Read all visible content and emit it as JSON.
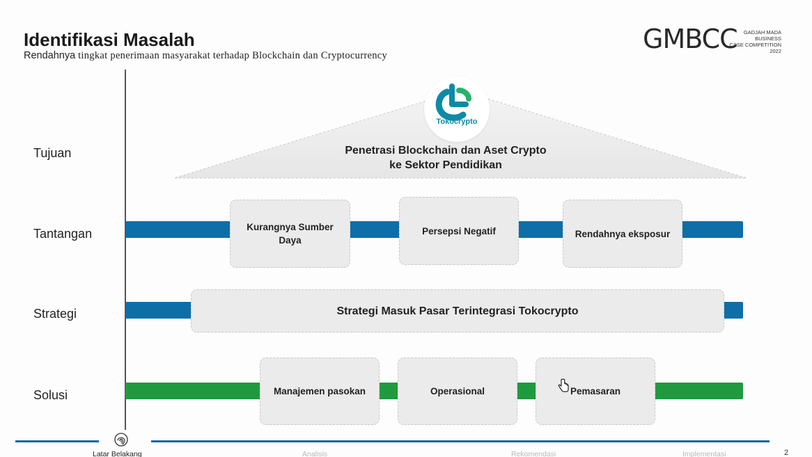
{
  "header": {
    "title": "Identifikasi Masalah",
    "subtitle_lead": "Rendahnya",
    "subtitle_rest": " tingkat penerimaan masyarakat terhadap Blockchain dan Cryptocurrency",
    "brand_main": "GMBCC",
    "brand_line1": "GADJAH MADA BUSINESS",
    "brand_line2": "CASE COMPETITION",
    "brand_year": "2022"
  },
  "logo": {
    "name": "Tokocrypto",
    "icon": "tokocrypto-logo-icon",
    "color": "#0e8aa8",
    "accent": "#27b36b"
  },
  "rows": {
    "tujuan": "Tujuan",
    "tantangan": "Tantangan",
    "strategi": "Strategi",
    "solusi": "Solusi"
  },
  "tujuan_text_line1": "Penetrasi Blockchain dan Aset Crypto",
  "tujuan_text_line2": "ke Sektor Pendidikan",
  "tantangan_cards": [
    "Kurangnya Sumber Daya",
    "Persepsi Negatif",
    "Rendahnya eksposur"
  ],
  "strategi_card": "Strategi Masuk Pasar Terintegrasi Tokocrypto",
  "solusi_cards": [
    "Manajemen pasokan",
    "Operasional",
    "Pemasaran"
  ],
  "colors": {
    "blue_bar": "#0e6ea8",
    "green_bar": "#1f9a3f",
    "card_bg": "#ebebeb"
  },
  "footer": {
    "items": [
      "Latar Belakang",
      "Analisis",
      "Rekomendasi",
      "Implementasi"
    ],
    "active_icon": "fingerprint-icon",
    "page": "2"
  },
  "cursor_icon": "hand-pointer-icon"
}
